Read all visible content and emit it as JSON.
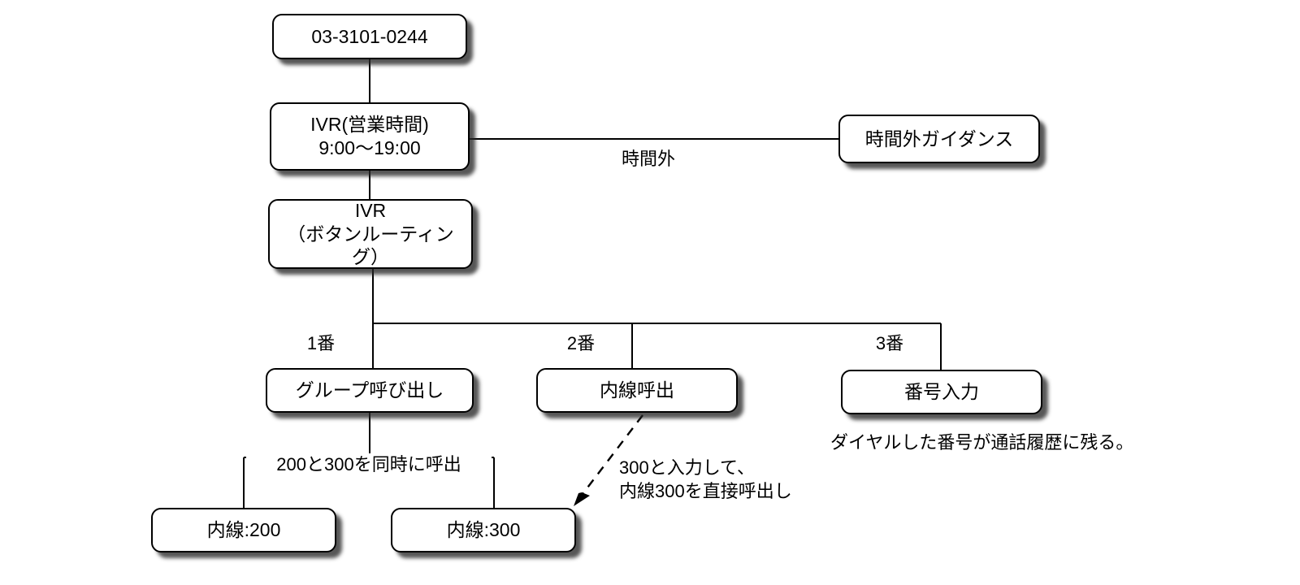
{
  "diagram": {
    "title": "IVR call flow",
    "accent_color": "#000000",
    "background_color": "#ffffff",
    "shadow_color": "#282828",
    "nodes": [
      {
        "id": "phone-number",
        "label": "03-3101-0244"
      },
      {
        "id": "ivr-business-hours",
        "label": "IVR(営業時間)\n9:00〜19:00"
      },
      {
        "id": "after-hours-guide",
        "label": "時間外ガイダンス"
      },
      {
        "id": "ivr-button-routing",
        "label": "IVR\n（ボタンルーティング）"
      },
      {
        "id": "group-call",
        "label": "グループ呼び出し"
      },
      {
        "id": "extension-call",
        "label": "内線呼出"
      },
      {
        "id": "number-input",
        "label": "番号入力"
      },
      {
        "id": "extension-200",
        "label": "内線:200"
      },
      {
        "id": "extension-300",
        "label": "内線:300"
      }
    ],
    "edge_labels": {
      "after_hours": "時間外",
      "option_1": "1番",
      "option_2": "2番",
      "option_3": "3番",
      "group_simultaneous": "200と300を同時に呼出"
    },
    "annotations": {
      "direct_extension": "300と入力して、\n内線300を直接呼出し",
      "call_history": "ダイヤルした番号が通話履歴に残る。"
    }
  }
}
